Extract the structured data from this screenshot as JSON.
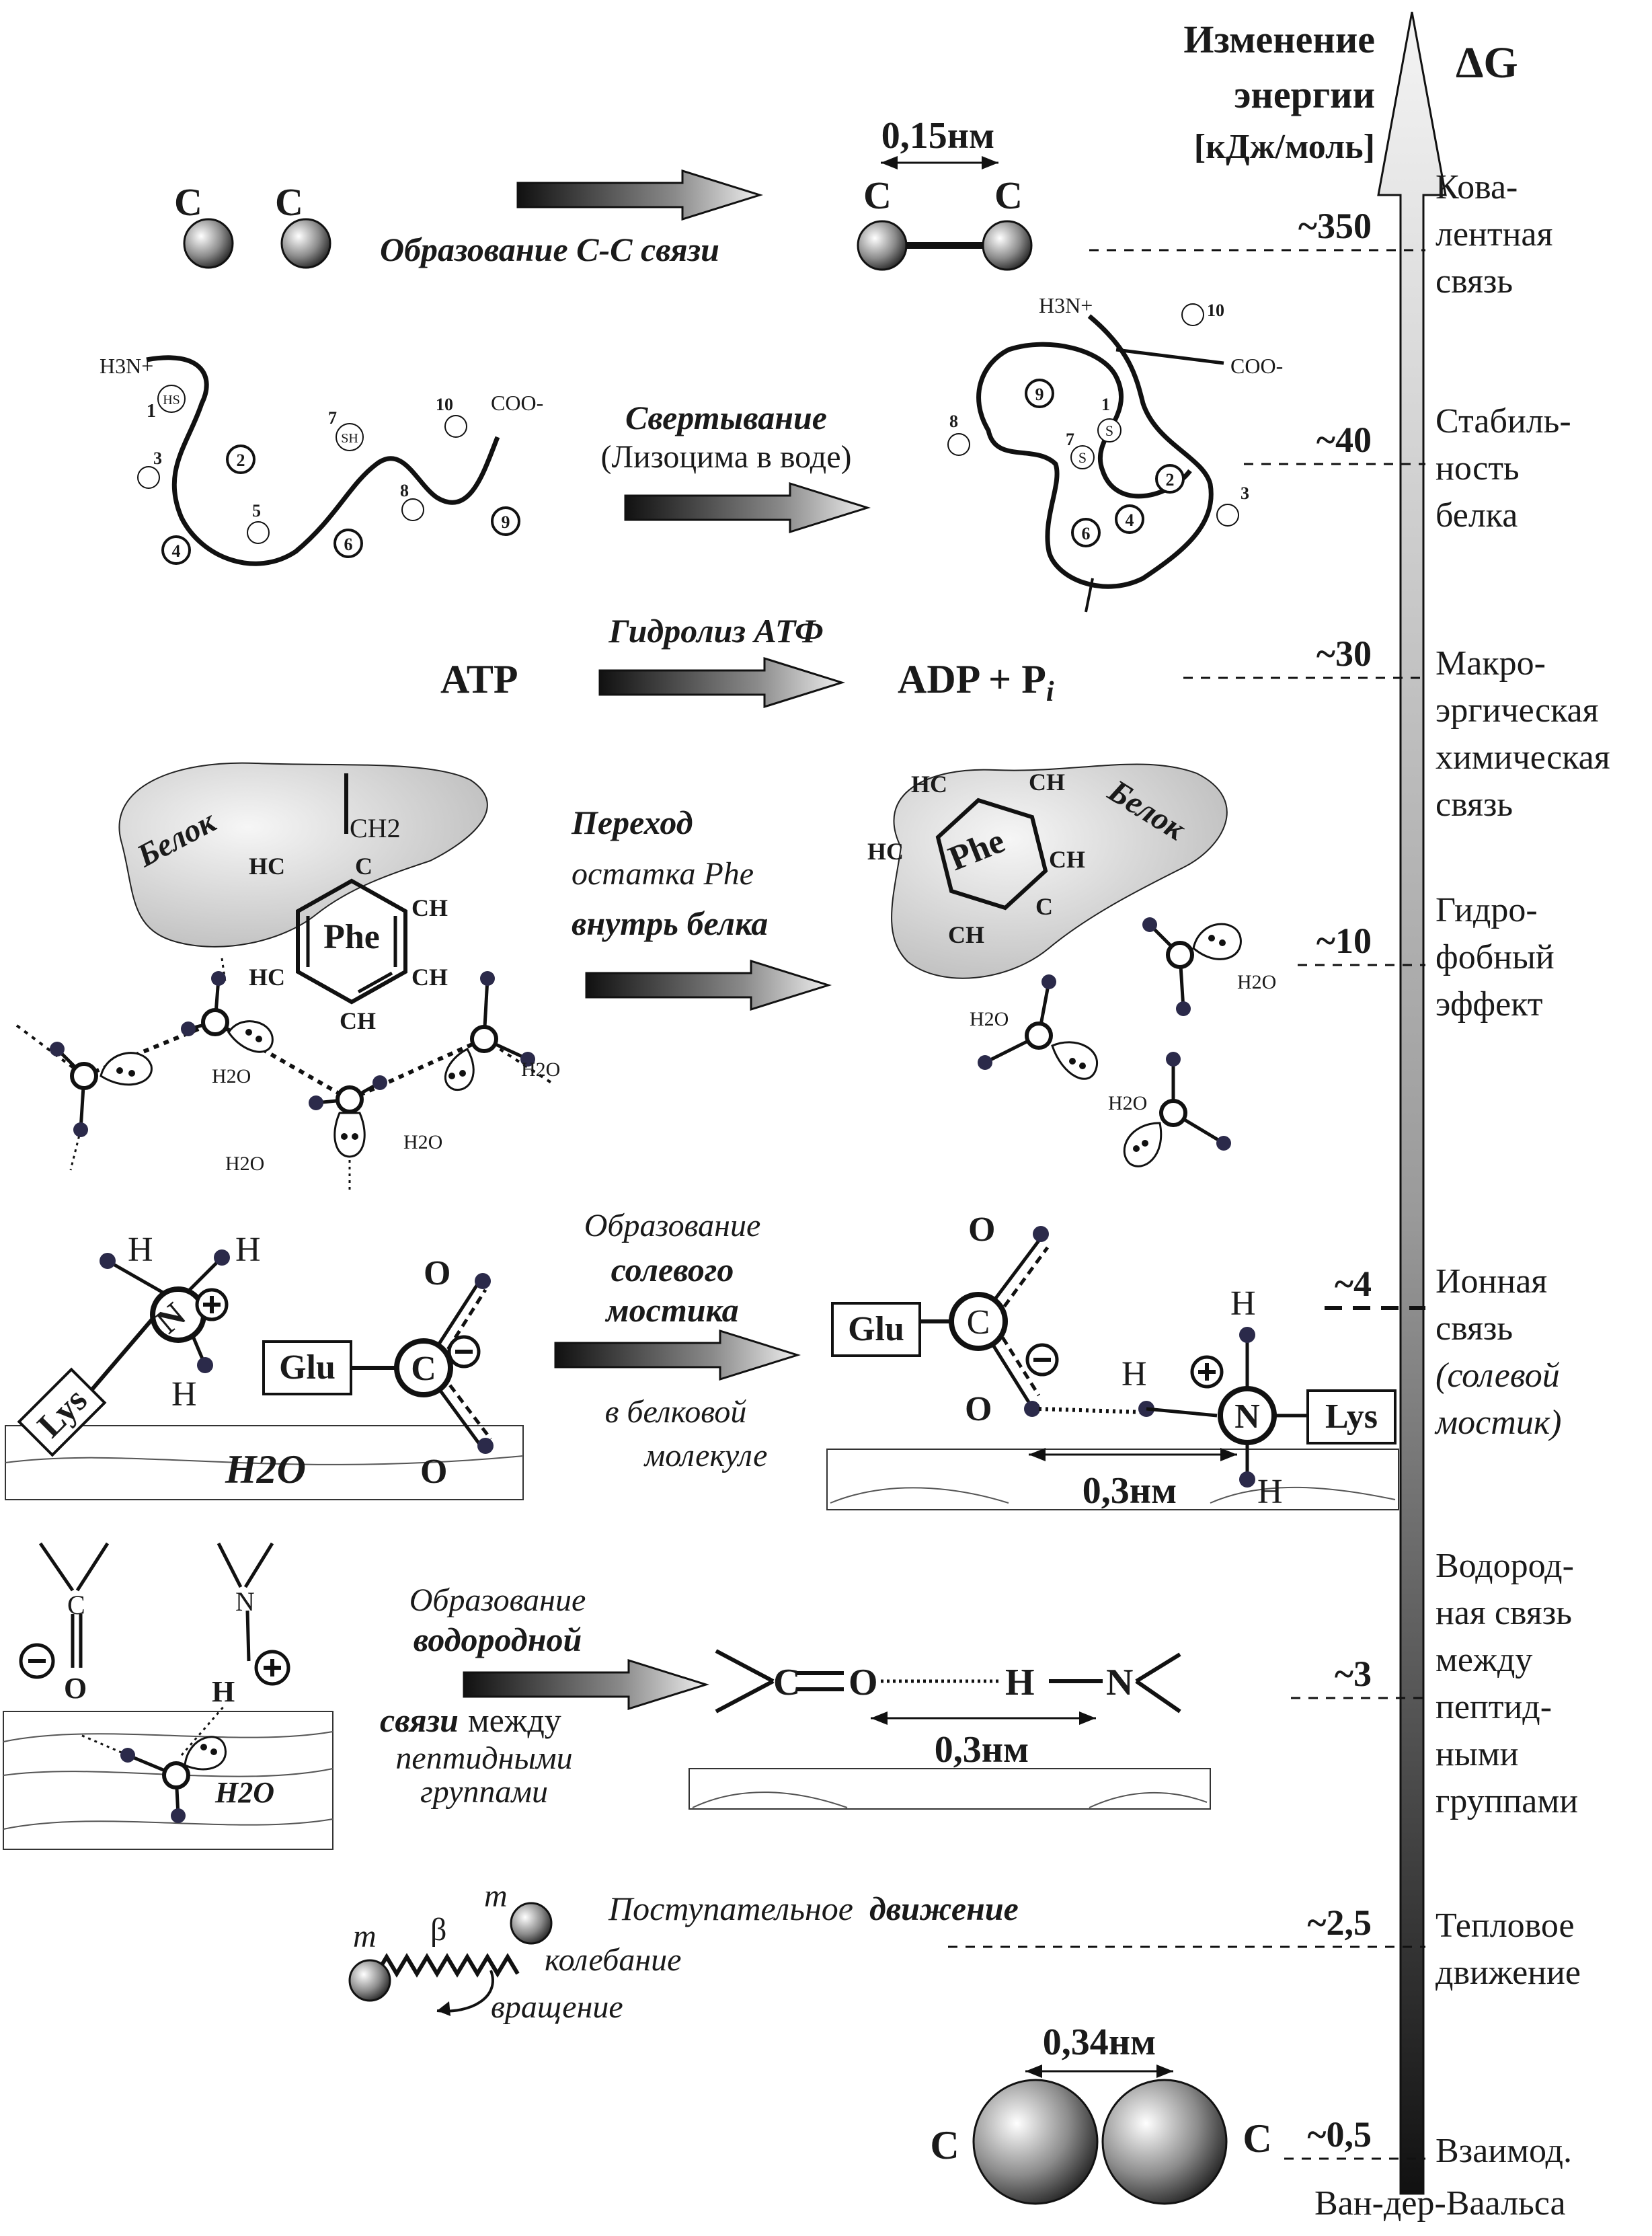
{
  "energy_axis": {
    "title_line1": "Изменение",
    "title_line2": "энергии",
    "unit": "[кДж/моль]",
    "symbol": "ΔG",
    "levels": [
      {
        "value": "~350",
        "label_lines": [
          "Кова-",
          "лентная",
          "связь"
        ]
      },
      {
        "value": "~40",
        "label_lines": [
          "Стабиль-",
          "ность",
          "белка"
        ]
      },
      {
        "value": "~30",
        "label_lines": [
          "Макро-",
          "эргическая",
          "химическая",
          "связь"
        ]
      },
      {
        "value": "~10",
        "label_lines": [
          "Гидро-",
          "фобный",
          "эффект"
        ]
      },
      {
        "value": "~4",
        "label_lines": [
          "Ионная",
          "связь",
          "(солевой",
          "мостик)"
        ]
      },
      {
        "value": "~3",
        "label_lines": [
          "Водород-",
          "ная связь",
          "между",
          "пептид-",
          "ными",
          "группами"
        ]
      },
      {
        "value": "~2,5",
        "label_lines": [
          "Тепловое",
          "движение"
        ]
      },
      {
        "value": "~0,5",
        "label_lines": [
          "Взаимод.",
          "Ван-дер-Ваальса"
        ]
      }
    ]
  },
  "covalent": {
    "atom_label": "C",
    "process": "Образование С-С связи",
    "distance": "0,15нм"
  },
  "folding": {
    "process_bold": "Свертывание",
    "process_note": "(Лизоцима в воде)",
    "n_terminus": "H3N+",
    "c_terminus": "COO-",
    "residue_numbers": [
      "1",
      "2",
      "3",
      "4",
      "5",
      "6",
      "7",
      "8",
      "9",
      "10"
    ],
    "group_labels": [
      "HS",
      "SH",
      "S"
    ]
  },
  "atp": {
    "process": "Гидролиз АТФ",
    "reactant": "ATP",
    "products": "ADP + P",
    "products_sub": "i"
  },
  "hydrophobic": {
    "process_line1": "Переход",
    "process_line2": "остатка Phe",
    "process_line3": "внутрь белка",
    "protein_label": "Белок",
    "ring_label": "Phe",
    "ring_groups": [
      "CH2",
      "C",
      "HC",
      "CH",
      "HC",
      "CH",
      "CH"
    ],
    "water": "H2O"
  },
  "salt_bridge": {
    "process_line1": "Образование",
    "process_line2": "солевого",
    "process_line3": "мостика",
    "process_line4": "в белковой",
    "process_line5": "молекуле",
    "lys": "Lys",
    "glu": "Glu",
    "n_atom": "N",
    "c_atom": "C",
    "o_atom": "O",
    "h_atom": "H",
    "water": "H2O",
    "distance": "0,3нм"
  },
  "hbond": {
    "process_line1": "Образование",
    "process_line2": "водородной",
    "process_line3": "связи",
    "process_line3b": "между",
    "process_line4": "пептидными",
    "process_line5": "группами",
    "c_atom": "C",
    "o_atom": "O",
    "n_atom": "N",
    "h_atom": "H",
    "water": "H2O",
    "distance": "0,3нм"
  },
  "thermal": {
    "line1": "Поступательное",
    "line1_bold": "движение",
    "vibration": "колебание",
    "rotation": "вращение",
    "mass": "m",
    "beta": "β"
  },
  "vdw": {
    "atom_label": "C",
    "distance": "0,34нм"
  }
}
